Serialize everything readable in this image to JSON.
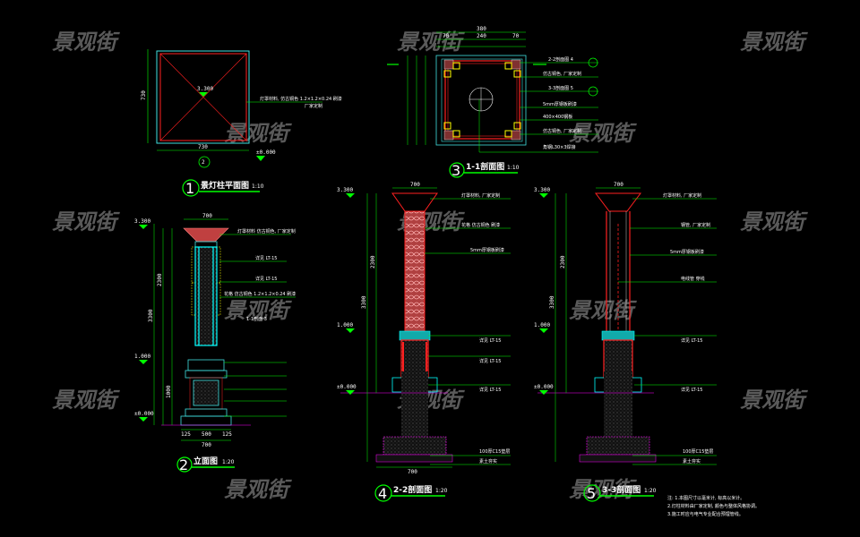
{
  "watermark": "景观街",
  "views": {
    "plan": {
      "number": "1",
      "title": "景灯柱平面图",
      "scale": "1:10",
      "dim_w": "730",
      "dim_h": "730",
      "level_top": "3.300",
      "level_ground": "±0.000",
      "note": "灯罩材料, 仿古铜色 1.2×1.2×0.24 刷漆",
      "note2": "厂家定制",
      "section_ref": "2"
    },
    "elevation": {
      "number": "2",
      "title": "立面图",
      "scale": "1:20",
      "dim_top": "700",
      "dim_base": "700",
      "dim_base_parts": [
        "125",
        "500",
        "125"
      ],
      "level_top": "3.300",
      "level_mid": "1.000",
      "level_ground": "±0.000",
      "dim_total": "3300",
      "dim_col": "2300",
      "dim_lower": "1000",
      "notes": [
        "灯罩材料 仿古铜色, 厂家定制",
        "花格 仿古铜色 1.2×1.2×0.24 刷漆",
        "详见 LT-15",
        "详见 LT-15",
        "1-1剖面 3"
      ]
    },
    "section11": {
      "number": "3",
      "title": "1-1剖面图",
      "scale": "1:10",
      "dim_total": "380",
      "dim_parts": [
        "70",
        "240",
        "70"
      ],
      "section_markers": [
        "2-2剖面图 4",
        "3-3剖面图 5"
      ],
      "notes": [
        "仿古铜色, 厂家定制",
        "5mm厚钢板刷漆",
        "400×400钢板",
        "仿古铜色, 厂家定制",
        "角钢L30×3焊接"
      ]
    },
    "section22": {
      "number": "4",
      "title": "2-2剖面图",
      "scale": "1:20",
      "dim_top": "700",
      "dim_base": "700",
      "level_top": "3.300",
      "level_mid": "1.000",
      "level_ground": "±0.000",
      "dim_total": "3300",
      "dim_col": "2300",
      "notes": [
        "灯罩材料, 厂家定制",
        "花格 仿古铜色 刷漆",
        "5mm厚钢板刷漆",
        "详见 LT-15",
        "详见 LT-15",
        "详见 LT-15",
        "100厚C15垫层",
        "素土夯实"
      ]
    },
    "section33": {
      "number": "5",
      "title": "3-3剖面图",
      "scale": "1:20",
      "dim_top": "700",
      "level_top": "3.300",
      "level_mid": "1.000",
      "level_ground": "±0.000",
      "dim_total": "3300",
      "dim_col": "2300",
      "notes": [
        "灯罩材料, 厂家定制",
        "钢管, 厂家定制",
        "5mm厚钢板刷漆",
        "电线管 穿线",
        "详见 LT-15",
        "详见 LT-15",
        "100厚C15垫层",
        "素土夯实"
      ]
    }
  },
  "general_notes": [
    "注: 1.本图尺寸以毫米计, 标高以米计。",
    "2.灯柱材料由厂家定制, 颜色与整体风格协调。",
    "3.施工时应与电气专业配合预埋管线。"
  ],
  "colors": {
    "bg": "#000000",
    "green": "#00ff00",
    "cyan": "#00ffff",
    "red": "#ff2020",
    "yellow": "#ffff00",
    "magenta": "#ff00ff",
    "pink": "#ff8080"
  }
}
